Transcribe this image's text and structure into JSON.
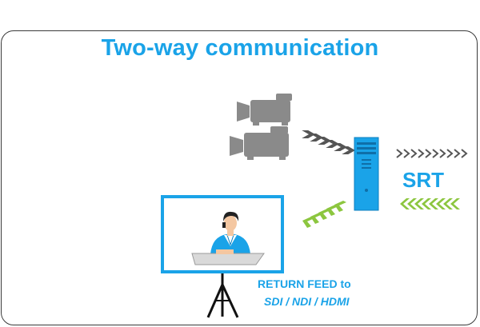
{
  "diagram": {
    "title": "Two-way communication",
    "protocol_label": "SRT",
    "return_feed_label": "RETURN FEED to",
    "return_feed_formats": "SDI / NDI / HDMI"
  },
  "icons": [
    "video-camera-icon",
    "encoder-server-icon",
    "presenter-monitor-icon",
    "chevron-arrow-icon"
  ],
  "colors": {
    "accent_blue": "#1aa3e8",
    "arrow_green": "#8cc63f",
    "camera_gray": "#8a8a8a",
    "frame_border": "#3a3a3a"
  }
}
